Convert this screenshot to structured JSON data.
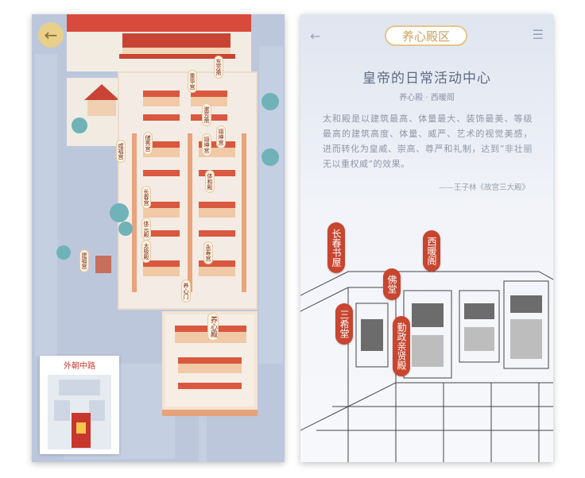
{
  "left_screen": {
    "map_labels": [
      "东芳斋",
      "重华宫",
      "翊坤宫",
      "储秀宫",
      "咸福宫",
      "体和殿",
      "长春宫",
      "翊坤宫",
      "体元殿",
      "太极殿",
      "永寿宫",
      "养心殿",
      "养心门",
      "漱芳斋",
      "建福宫"
    ],
    "minimap_title": "外朝中路"
  },
  "right_screen": {
    "title": "养心殿区",
    "heading": "皇帝的日常活动中心",
    "subheading": "养心殿 · 西暖阁",
    "paragraph": "太和殿是以建筑最高、体量最大、装饰最美、等级最高的建筑高度、体量、威严、艺术的视觉美感，进而转化为皇威、崇高、尊严和礼制，达到“非壮丽无以重权威”的效果。",
    "quote": "——王子林《故宫三大殿》",
    "tags": [
      "长春书屋",
      "西暖阁",
      "佛堂",
      "三希堂",
      "勤政亲贤殿"
    ]
  },
  "colors": {
    "accent_red": "#c8452f",
    "gold": "#e6c58a",
    "map_bg": "#bcc7dc"
  }
}
